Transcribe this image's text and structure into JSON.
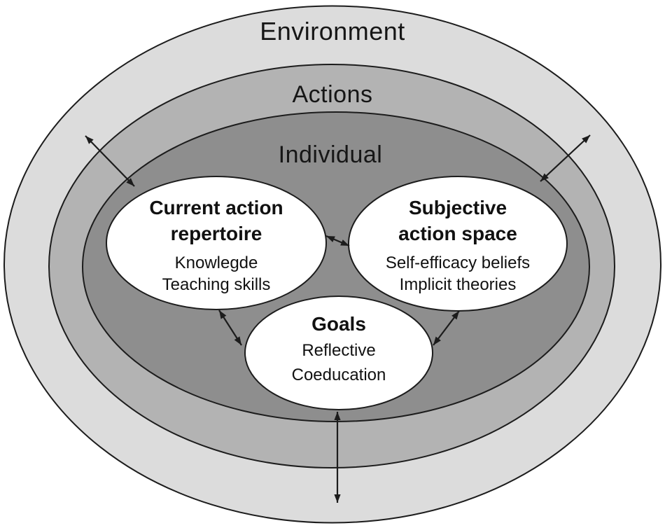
{
  "figure": {
    "rings": [
      {
        "name": "environment",
        "label": "Environment"
      },
      {
        "name": "actions",
        "label": "Actions"
      },
      {
        "name": "individual",
        "label": "Individual"
      }
    ],
    "nodes": [
      {
        "name": "current-action-repertoire",
        "title": [
          "Current action",
          "repertoire"
        ],
        "lines": [
          "Knowlegde",
          "Teaching skills"
        ]
      },
      {
        "name": "subjective-action-space",
        "title": [
          "Subjective",
          "action space"
        ],
        "lines": [
          "Self-efficacy beliefs",
          "Implicit theories"
        ]
      },
      {
        "name": "goals",
        "title": [
          "Goals"
        ],
        "lines": [
          "Reflective",
          "Coeducation"
        ]
      }
    ],
    "colors": {
      "ring_environment": "#dcdcdc",
      "ring_actions": "#b3b3b3",
      "ring_individual": "#8e8e8e",
      "node_fill": "#ffffff",
      "stroke": "#1c1c1c"
    }
  }
}
